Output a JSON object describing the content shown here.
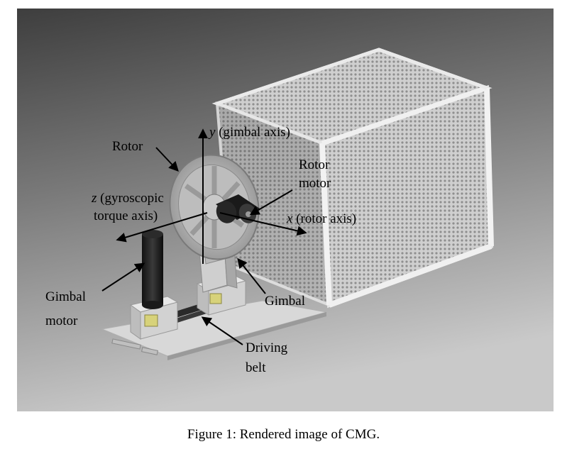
{
  "figure": {
    "labels": {
      "rotor": "Rotor",
      "y_axis_var": "y",
      "y_axis_text": " (gimbal axis)",
      "rotor_motor_line1": "Rotor",
      "rotor_motor_line2": "motor",
      "z_axis_var": "z",
      "z_axis_text_line1": " (gyroscopic",
      "z_axis_text_line2": "torque axis)",
      "x_axis_var": "x",
      "x_axis_text": " (rotor axis)",
      "gimbal_motor_line1": "Gimbal",
      "gimbal_motor_line2": "motor",
      "gimbal": "Gimbal",
      "driving_belt_line1": "Driving",
      "driving_belt_line2": "belt"
    }
  },
  "caption": "Figure 1: Rendered image of CMG."
}
